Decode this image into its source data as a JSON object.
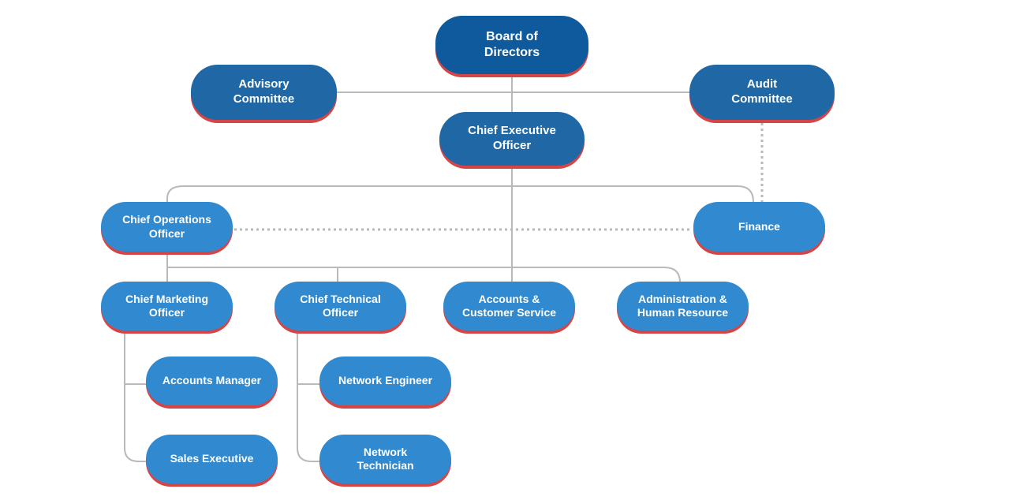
{
  "org_chart": {
    "board": "Board of\nDirectors",
    "advisory": "Advisory\nCommittee",
    "audit": "Audit\nCommittee",
    "ceo": "Chief Executive\nOfficer",
    "coo": "Chief Operations\nOfficer",
    "finance": "Finance",
    "cmo": "Chief Marketing\nOfficer",
    "cto": "Chief Technical\nOfficer",
    "accounts_cs": "Accounts &\nCustomer Service",
    "admin_hr": "Administration &\nHuman Resource",
    "accounts_manager": "Accounts Manager",
    "sales_exec": "Sales Executive",
    "network_engineer": "Network Engineer",
    "network_technician": "Network\nTechnician"
  },
  "colors": {
    "top_level": "#0f5a9c",
    "mid_level": "#1f68a5",
    "lower_level": "#318ad0",
    "shadow": "#d64545",
    "connector": "#b9b9b9"
  }
}
